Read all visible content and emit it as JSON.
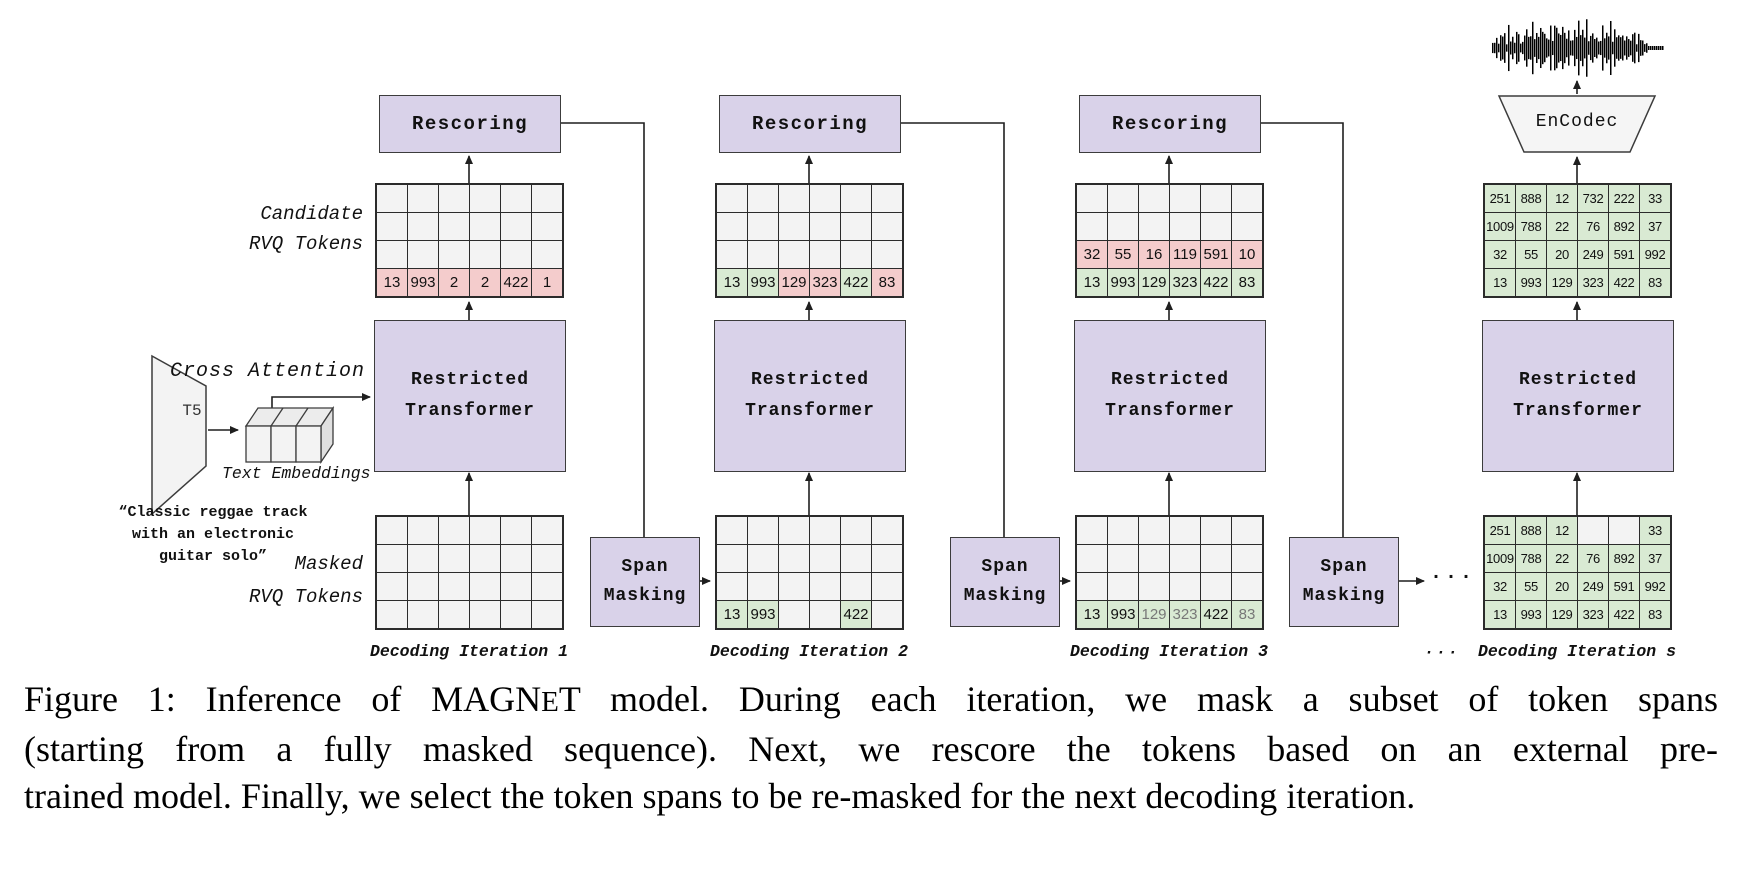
{
  "colors": {
    "purple": "#d9d2e9",
    "pink": "#f4cccc",
    "green": "#d9ead3",
    "gray": "#f3f3f3"
  },
  "labels": {
    "cross_attention": "Cross Attention",
    "t5": "T5",
    "text_embeddings": "Text Embeddings",
    "candidate": "Candidate",
    "rvq_tokens": "RVQ Tokens",
    "masked": "Masked",
    "encodec": "EnCodec",
    "span_masking": [
      "Span",
      "Masking"
    ],
    "ellipsis": "···"
  },
  "prompt": {
    "lines": [
      "“Classic reggae track",
      "with an electronic",
      "guitar solo”"
    ]
  },
  "iterations": [
    {
      "caption": "Decoding Iteration 1",
      "rescoring": "Rescoring",
      "transformer": [
        "Restricted",
        "Transformer"
      ],
      "top_grid": [
        [
          null,
          null,
          null,
          null,
          null,
          null
        ],
        [
          null,
          null,
          null,
          null,
          null,
          null
        ],
        [
          null,
          null,
          null,
          null,
          null,
          null
        ],
        [
          {
            "v": "13",
            "c": "pink"
          },
          {
            "v": "993",
            "c": "pink"
          },
          {
            "v": "2",
            "c": "pink"
          },
          {
            "v": "2",
            "c": "pink"
          },
          {
            "v": "422",
            "c": "pink"
          },
          {
            "v": "1",
            "c": "pink"
          }
        ]
      ],
      "bottom_grid": [
        [
          null,
          null,
          null,
          null,
          null,
          null
        ],
        [
          null,
          null,
          null,
          null,
          null,
          null
        ],
        [
          null,
          null,
          null,
          null,
          null,
          null
        ],
        [
          null,
          null,
          null,
          null,
          null,
          null
        ]
      ]
    },
    {
      "caption": "Decoding Iteration 2",
      "rescoring": "Rescoring",
      "transformer": [
        "Restricted",
        "Transformer"
      ],
      "top_grid": [
        [
          null,
          null,
          null,
          null,
          null,
          null
        ],
        [
          null,
          null,
          null,
          null,
          null,
          null
        ],
        [
          null,
          null,
          null,
          null,
          null,
          null
        ],
        [
          {
            "v": "13",
            "c": "green"
          },
          {
            "v": "993",
            "c": "green"
          },
          {
            "v": "129",
            "c": "pink"
          },
          {
            "v": "323",
            "c": "pink"
          },
          {
            "v": "422",
            "c": "green"
          },
          {
            "v": "83",
            "c": "pink"
          }
        ]
      ],
      "bottom_grid": [
        [
          null,
          null,
          null,
          null,
          null,
          null
        ],
        [
          null,
          null,
          null,
          null,
          null,
          null
        ],
        [
          null,
          null,
          null,
          null,
          null,
          null
        ],
        [
          {
            "v": "13",
            "c": "green"
          },
          {
            "v": "993",
            "c": "green"
          },
          null,
          null,
          {
            "v": "422",
            "c": "green"
          },
          null
        ]
      ]
    },
    {
      "caption": "Decoding Iteration 3",
      "rescoring": "Rescoring",
      "transformer": [
        "Restricted",
        "Transformer"
      ],
      "top_grid": [
        [
          null,
          null,
          null,
          null,
          null,
          null
        ],
        [
          null,
          null,
          null,
          null,
          null,
          null
        ],
        [
          {
            "v": "32",
            "c": "pink"
          },
          {
            "v": "55",
            "c": "pink"
          },
          {
            "v": "16",
            "c": "pink"
          },
          {
            "v": "119",
            "c": "pink"
          },
          {
            "v": "591",
            "c": "pink"
          },
          {
            "v": "10",
            "c": "pink"
          }
        ],
        [
          {
            "v": "13",
            "c": "green"
          },
          {
            "v": "993",
            "c": "green"
          },
          {
            "v": "129",
            "c": "green"
          },
          {
            "v": "323",
            "c": "green"
          },
          {
            "v": "422",
            "c": "green"
          },
          {
            "v": "83",
            "c": "green"
          }
        ]
      ],
      "bottom_grid": [
        [
          null,
          null,
          null,
          null,
          null,
          null
        ],
        [
          null,
          null,
          null,
          null,
          null,
          null
        ],
        [
          null,
          null,
          null,
          null,
          null,
          null
        ],
        [
          {
            "v": "13",
            "c": "green"
          },
          {
            "v": "993",
            "c": "green"
          },
          {
            "v": "129",
            "c": "green",
            "muted": true
          },
          {
            "v": "323",
            "c": "green",
            "muted": true
          },
          {
            "v": "422",
            "c": "green"
          },
          {
            "v": "83",
            "c": "green",
            "muted": true
          }
        ]
      ]
    },
    {
      "caption": "Decoding Iteration s",
      "transformer": [
        "Restricted",
        "Transformer"
      ],
      "top_grid": [
        [
          {
            "v": "251",
            "c": "green"
          },
          {
            "v": "888",
            "c": "green"
          },
          {
            "v": "12",
            "c": "green"
          },
          {
            "v": "732",
            "c": "green"
          },
          {
            "v": "222",
            "c": "green"
          },
          {
            "v": "33",
            "c": "green"
          }
        ],
        [
          {
            "v": "1009",
            "c": "green"
          },
          {
            "v": "788",
            "c": "green"
          },
          {
            "v": "22",
            "c": "green"
          },
          {
            "v": "76",
            "c": "green"
          },
          {
            "v": "892",
            "c": "green"
          },
          {
            "v": "37",
            "c": "green"
          }
        ],
        [
          {
            "v": "32",
            "c": "green"
          },
          {
            "v": "55",
            "c": "green"
          },
          {
            "v": "20",
            "c": "green"
          },
          {
            "v": "249",
            "c": "green"
          },
          {
            "v": "591",
            "c": "green"
          },
          {
            "v": "992",
            "c": "green"
          }
        ],
        [
          {
            "v": "13",
            "c": "green"
          },
          {
            "v": "993",
            "c": "green"
          },
          {
            "v": "129",
            "c": "green"
          },
          {
            "v": "323",
            "c": "green"
          },
          {
            "v": "422",
            "c": "green"
          },
          {
            "v": "83",
            "c": "green"
          }
        ]
      ],
      "bottom_grid": [
        [
          {
            "v": "251",
            "c": "green"
          },
          {
            "v": "888",
            "c": "green"
          },
          {
            "v": "12",
            "c": "green"
          },
          null,
          null,
          {
            "v": "33",
            "c": "green"
          }
        ],
        [
          {
            "v": "1009",
            "c": "green"
          },
          {
            "v": "788",
            "c": "green"
          },
          {
            "v": "22",
            "c": "green"
          },
          {
            "v": "76",
            "c": "green"
          },
          {
            "v": "892",
            "c": "green"
          },
          {
            "v": "37",
            "c": "green"
          }
        ],
        [
          {
            "v": "32",
            "c": "green"
          },
          {
            "v": "55",
            "c": "green"
          },
          {
            "v": "20",
            "c": "green"
          },
          {
            "v": "249",
            "c": "green"
          },
          {
            "v": "591",
            "c": "green"
          },
          {
            "v": "992",
            "c": "green"
          }
        ],
        [
          {
            "v": "13",
            "c": "green"
          },
          {
            "v": "993",
            "c": "green"
          },
          {
            "v": "129",
            "c": "green"
          },
          {
            "v": "323",
            "c": "green"
          },
          {
            "v": "422",
            "c": "green"
          },
          {
            "v": "83",
            "c": "green"
          }
        ]
      ]
    }
  ],
  "caption": {
    "l1a": "Figure 1: Inference of MAGN",
    "l1b": "E",
    "l1c": "T model. During each iteration, we mask a subset of token spans",
    "l2": "(starting from a fully masked sequence). Next, we rescore the tokens based on an external pre-",
    "l3": "trained model. Finally, we select the token spans to be re-masked for the next decoding iteration."
  }
}
